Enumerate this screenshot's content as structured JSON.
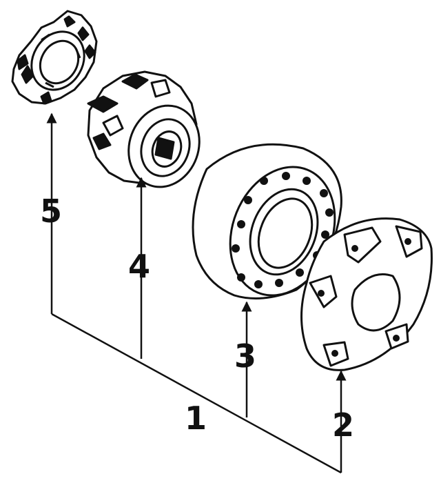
{
  "diagram": {
    "callouts": [
      {
        "id": "1",
        "label": "1"
      },
      {
        "id": "2",
        "label": "2"
      },
      {
        "id": "3",
        "label": "3"
      },
      {
        "id": "4",
        "label": "4"
      },
      {
        "id": "5",
        "label": "5"
      }
    ],
    "parts": [
      {
        "callout": "5",
        "icon": "lock-nut-icon"
      },
      {
        "callout": "4",
        "icon": "hub-bearing-icon"
      },
      {
        "callout": "3",
        "icon": "wheel-rim-icon"
      },
      {
        "callout": "2",
        "icon": "center-cap-icon"
      }
    ],
    "line_color": "#111111"
  }
}
